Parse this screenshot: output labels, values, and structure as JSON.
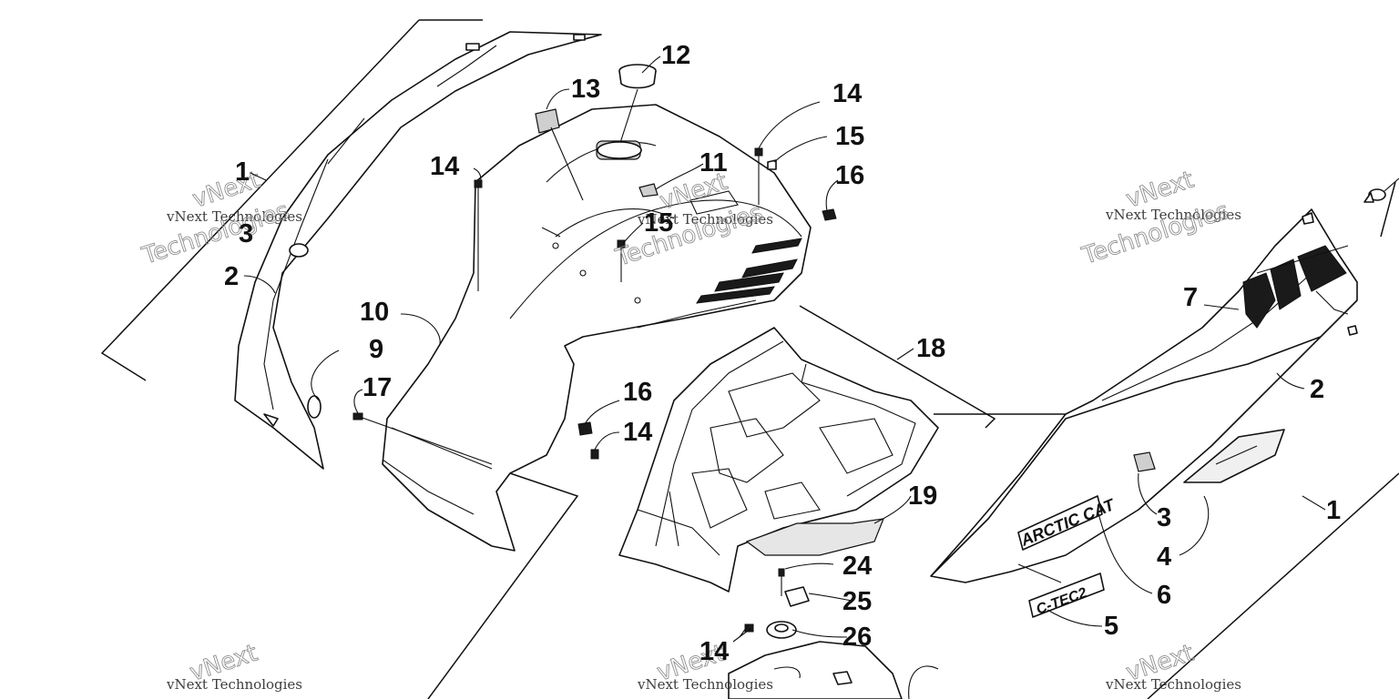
{
  "callouts": {
    "c1a": "1",
    "c1b": "1",
    "c2a": "2",
    "c2b": "2",
    "c3": "3",
    "c3b": "3",
    "c4": "4",
    "c5": "5",
    "c6": "6",
    "c7": "7",
    "c9": "9",
    "c10": "10",
    "c11": "11",
    "c12": "12",
    "c13": "13",
    "c14a": "14",
    "c14b": "14",
    "c14c": "14",
    "c14d": "14",
    "c15a": "15",
    "c15b": "15",
    "c16a": "16",
    "c16b": "16",
    "c17": "17",
    "c18": "18",
    "c19": "19",
    "c24": "24",
    "c25": "25",
    "c26": "26"
  },
  "watermark": {
    "line1": "vNext Technologies",
    "line2": "vNext",
    "line3": "Technologies"
  },
  "decals": {
    "arctic_cat": "ARCTIC CAT",
    "ctec": "C-TEC2"
  },
  "colors": {
    "line": "#111111",
    "decal_fill": "#1a1a1a",
    "background": "#ffffff"
  }
}
